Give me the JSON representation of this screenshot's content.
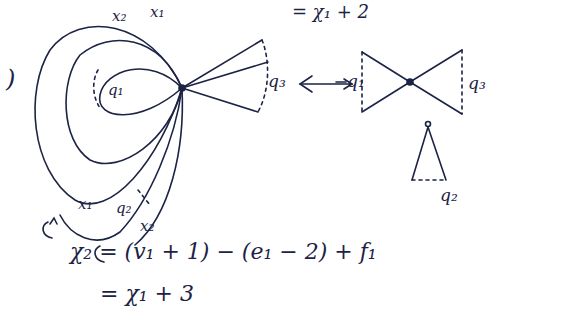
{
  "diagram": {
    "labels": [
      "= χ₁ + 2",
      ")",
      "x₂",
      "x₁",
      "q₁",
      "q₃",
      "x₁",
      "q₂",
      "x₂",
      "q₁",
      "q₃",
      "q₂",
      "χ₂ = (v₁ + 1) − (e₁ − 2) + f₁",
      "= χ₁ + 3"
    ]
  }
}
